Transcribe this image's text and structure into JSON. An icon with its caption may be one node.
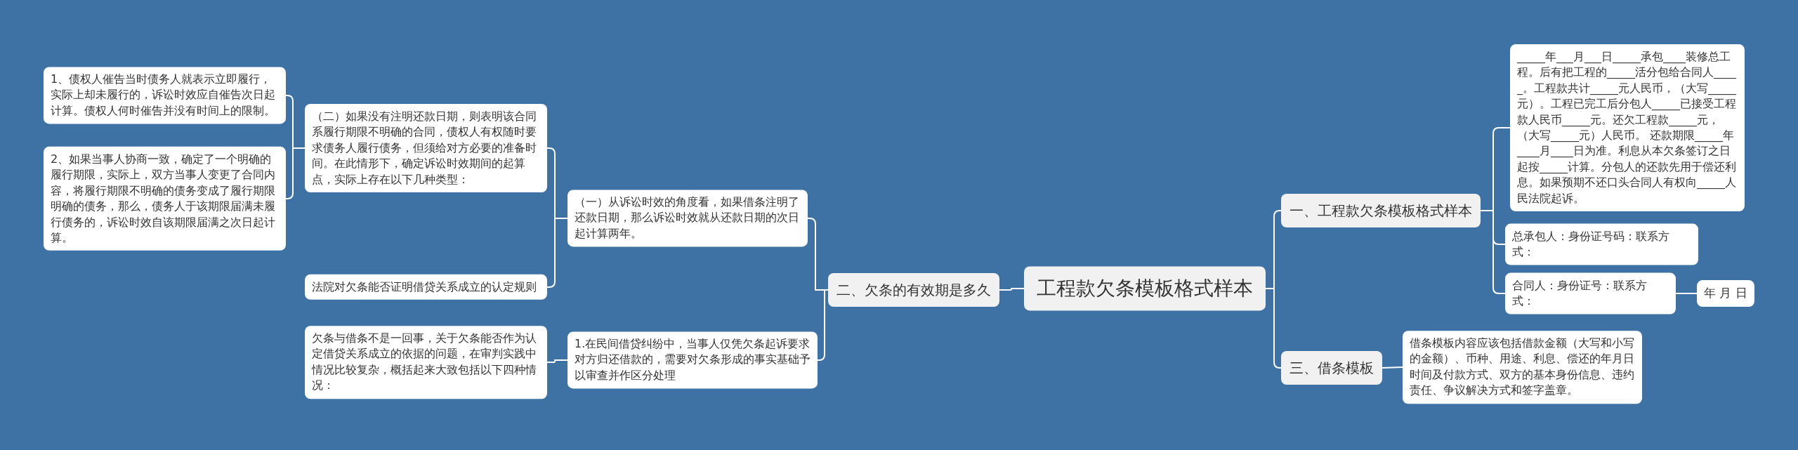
{
  "diagram": {
    "nodes": [
      {
        "text": [
          "工程款欠条模板格式样本"
        ]
      },
      {
        "text": [
          "二、欠条的有效期是多久"
        ]
      },
      {
        "text": [
          "（一）从诉讼时效的角度看，如果借条注明了还款日期，那么诉讼时效就从还款日期的次日起计算两年。"
        ]
      },
      {
        "text": [
          "（二）如果没有注明还款日期，则表明该合同系履行期限不明确的合同，债权人有权随时要求债务人履行债务，但须给对方必要的准备时间。在此情形下，确定诉讼时效期间的起算点，实际上存在以下几种类型："
        ]
      },
      {
        "text": [
          "1、债权人催告当时债务人就表示立即履行，实际上却未履行的，诉讼时效应自催告次日起计算。债权人何时催告并没有时间上的限制。"
        ]
      },
      {
        "text": [
          "2、如果当事人协商一致，确定了一个明确的履行期限，实际上，双方当事人变更了合同内容，将履行期限不明确的债务变成了履行期限明确的债务，那么，债务人于该期限届满未履行债务的，诉讼时效自该期限届满之次日起计算。"
        ]
      },
      {
        "text": [
          "法院对欠条能否证明借贷关系成立的认定规则"
        ]
      },
      {
        "text": [
          "1.在民间借贷纠纷中，当事人仅凭欠条起诉要求对方归还借款的，需要对欠条形成的事实基础予以审查并作区分处理"
        ]
      },
      {
        "text": [
          "欠条与借条不是一回事，关于欠条能否作为认定借贷关系成立的依据的问题，在审判实践中情况比较复杂，概括起来大致包括以下四种情况："
        ]
      },
      {
        "text": [
          "一、工程款欠条模板格式样本"
        ]
      },
      {
        "text": [
          "_____年___月___日_____承包____装修总工程。后有把工程的_____活分包给合同人_____。工程款共计_____元人民币，（大写_____元）。工程已完工后分包人_____已接受工程款人民币_____元。还欠工程款_____元，（大写_____元）人民币。 还款期限_____年____月____日为准。利息从本欠条签订之日起按_____计算。分包人的还款先用于偿还利息。如果预期不还口头合同人有权向_____人民法院起诉。"
        ]
      },
      {
        "text": [
          "总承包人：身份证号码：联系方式："
        ]
      },
      {
        "text": [
          "合同人：身份证号：联系方式："
        ]
      },
      {
        "text": [
          "年 月 日"
        ]
      },
      {
        "text": [
          "三、借条模板"
        ]
      },
      {
        "text": [
          "借条模板内容应该包括借款金额（大写和小写的金额）、币种、用途、利息、偿还的年月日时间及付款方式、双方的基本身份信息、违约责任、争议解决方式和签字盖章。"
        ]
      }
    ],
    "edges": [
      {
        "from": 0,
        "to": 1,
        "arrow": "none"
      },
      {
        "from": 1,
        "to": 2,
        "arrow": "none"
      },
      {
        "from": 2,
        "to": 3,
        "arrow": "none"
      },
      {
        "from": 3,
        "to": 4,
        "arrow": "none"
      },
      {
        "from": 3,
        "to": 5,
        "arrow": "none"
      },
      {
        "from": 2,
        "to": 6,
        "arrow": "none"
      },
      {
        "from": 1,
        "to": 7,
        "arrow": "none"
      },
      {
        "from": 7,
        "to": 8,
        "arrow": "none"
      },
      {
        "from": 0,
        "to": 9,
        "arrow": "none"
      },
      {
        "from": 9,
        "to": 10,
        "arrow": "none"
      },
      {
        "from": 9,
        "to": 11,
        "arrow": "none"
      },
      {
        "from": 9,
        "to": 12,
        "arrow": "none"
      },
      {
        "from": 12,
        "to": 13,
        "arrow": "none"
      },
      {
        "from": 0,
        "to": 14,
        "arrow": "none"
      },
      {
        "from": 14,
        "to": 15,
        "arrow": "none"
      }
    ]
  }
}
